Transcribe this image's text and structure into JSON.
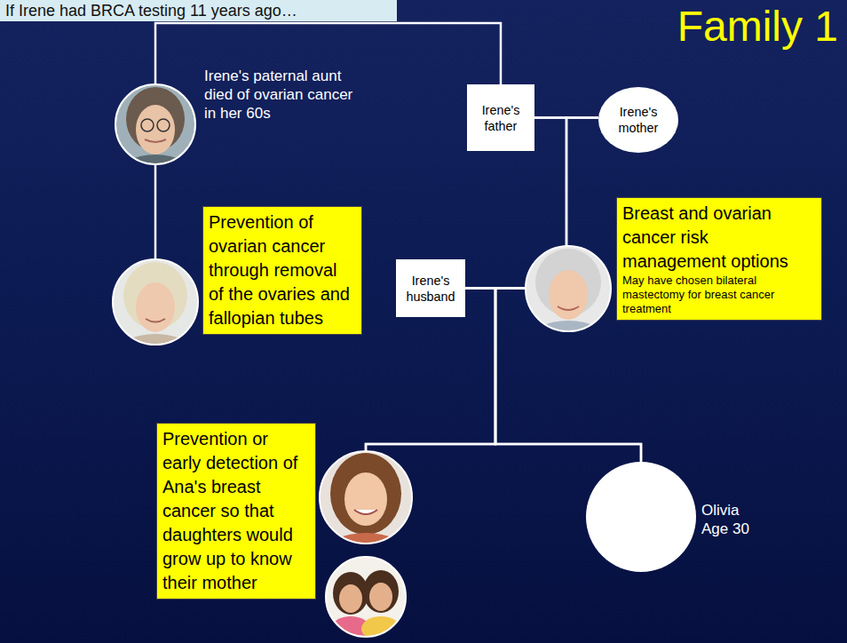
{
  "diagram": {
    "title": "If Irene had BRCA testing 11 years ago…",
    "nodes": [
      {
        "text": [
          "Irene's paternal aunt died of ovarian cancer in her 60s"
        ]
      },
      {
        "text": [
          "Irene's father"
        ]
      },
      {
        "text": [
          "Irene's mother"
        ]
      },
      {
        "text": [
          "Prevention of ovarian cancer through removal of the ovaries and fallopian tubes"
        ]
      },
      {
        "text": [
          "Irene's husband"
        ]
      },
      {
        "text": [
          "Breast and ovarian cancer risk management options",
          "May have chosen bilateral mastectomy for breast cancer treatment"
        ]
      },
      {
        "text": [
          "Prevention or early detection of Ana's breast cancer so that daughters would grow up to know their mother"
        ]
      },
      {
        "text": [
          "Olivia Age 30"
        ]
      }
    ],
    "edges": [
      {
        "from": 0,
        "to": 1,
        "arrow": "none"
      },
      {
        "from": 1,
        "to": 2,
        "arrow": "none"
      },
      {
        "from": 1,
        "to": 5,
        "arrow": "none"
      },
      {
        "from": 2,
        "to": 5,
        "arrow": "none"
      },
      {
        "from": 0,
        "to": 3,
        "arrow": "none"
      },
      {
        "from": 4,
        "to": 5,
        "arrow": "none"
      },
      {
        "from": 4,
        "to": 6,
        "arrow": "none"
      },
      {
        "from": 5,
        "to": 6,
        "arrow": "none"
      },
      {
        "from": 4,
        "to": 7,
        "arrow": "none"
      },
      {
        "from": 5,
        "to": 7,
        "arrow": "none"
      }
    ],
    "labels": [
      "Family 1"
    ]
  }
}
